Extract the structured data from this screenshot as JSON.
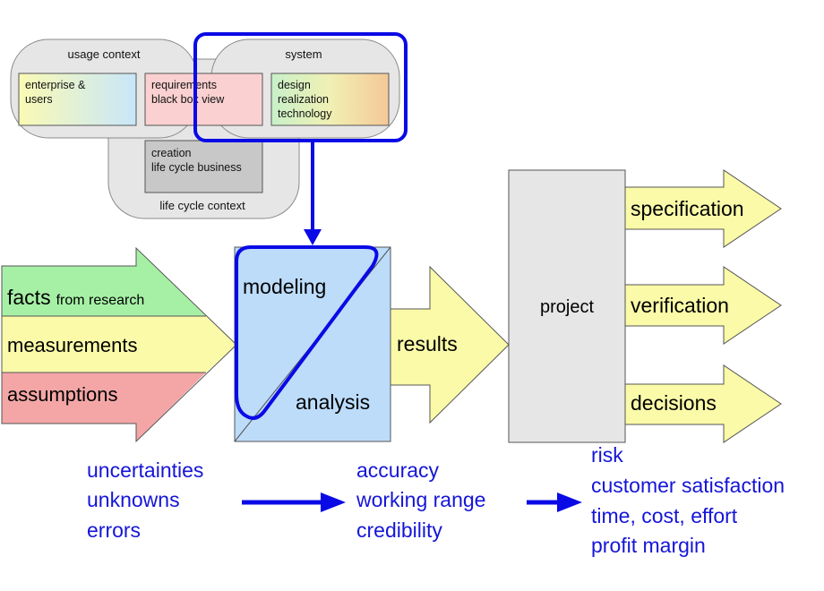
{
  "contexts": {
    "usage_label": "usage context",
    "system_label": "system",
    "lifecycle_label": "life cycle context"
  },
  "boxes": {
    "enterprise": [
      "enterprise &",
      "users"
    ],
    "requirements": [
      "requirements",
      "black box view"
    ],
    "design": [
      "design",
      "realization",
      "technology"
    ],
    "creation": [
      "creation",
      "life cycle business"
    ]
  },
  "inputs": {
    "facts_main": "facts",
    "facts_sub": "from research",
    "measurements": "measurements",
    "assumptions": "assumptions"
  },
  "model": {
    "modeling": "modeling",
    "analysis": "analysis"
  },
  "results_label": "results",
  "project_label": "project",
  "outputs": [
    "specification",
    "verification",
    "decisions"
  ],
  "bottom": {
    "col1": [
      "uncertainties",
      "unknowns",
      "errors"
    ],
    "col2": [
      "accuracy",
      "working range",
      "credibility"
    ],
    "col3": [
      "risk",
      "customer satisfaction",
      "time, cost, effort",
      "profit margin"
    ]
  },
  "colors": {
    "context_fill": "#e6e6e6",
    "context_stroke": "#8a8a8a",
    "facts": "#a6f0a6",
    "measurements": "#fafaa8",
    "assumptions": "#f4a6a6",
    "model_fill": "#bcdcfa",
    "results": "#fafaa8",
    "project": "#e6e6e6",
    "outputs": "#fafaa8",
    "accent_blue": "#1515d8",
    "focus_stroke": "#0a0ae6"
  }
}
